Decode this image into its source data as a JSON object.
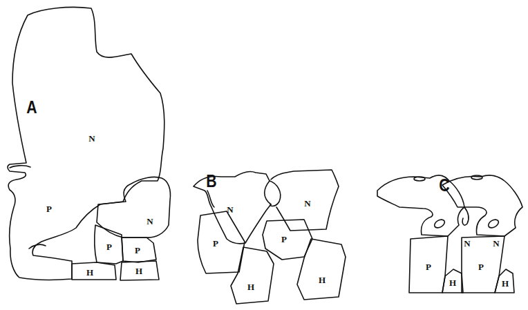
{
  "diagram": {
    "labels": [
      "A",
      "N",
      "P",
      "N",
      "P",
      "P",
      "H",
      "H",
      "B",
      "N",
      "N",
      "P",
      "P",
      "H",
      "H",
      "C",
      "N",
      "N",
      "P",
      "H",
      "P",
      "H"
    ]
  }
}
